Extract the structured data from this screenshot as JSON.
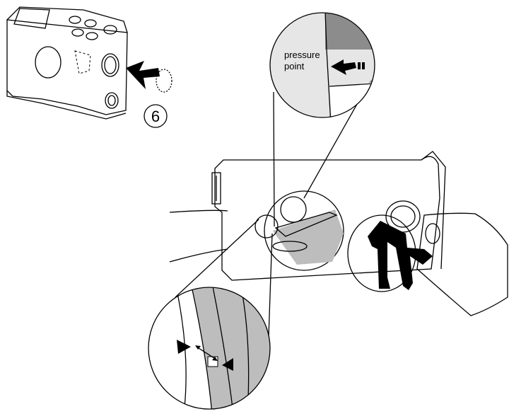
{
  "step": {
    "number": "6"
  },
  "callout": {
    "line1": "pressure",
    "line2": "point"
  },
  "colors": {
    "ink": "#000000",
    "light_gray": "#e6e6e6",
    "mid_gray": "#bdbdbd",
    "dark_gray": "#8c8c8c",
    "paper": "#ffffff"
  }
}
